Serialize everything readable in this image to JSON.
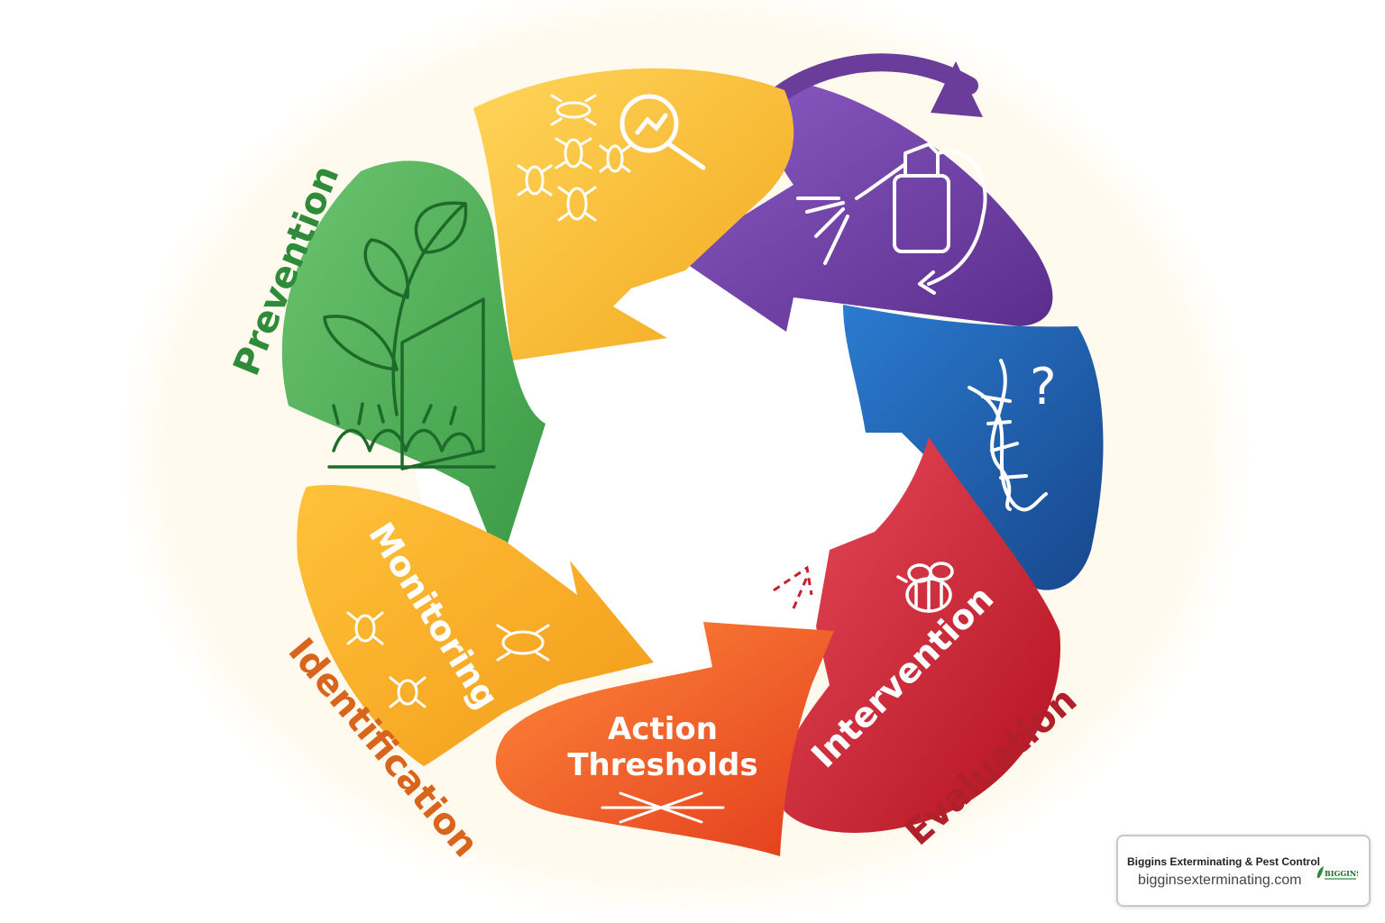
{
  "segments": [
    {
      "id": "monitoring",
      "label": "Monitoring",
      "color": "#f5a623"
    },
    {
      "id": "action_thresholds",
      "label_line1": "Action",
      "label_line2": "Thresholds",
      "color": "#ef5a24"
    },
    {
      "id": "intervention",
      "label": "Intervention",
      "color": "#d0202e"
    },
    {
      "id": "genetics",
      "color": "#1f5fa8"
    },
    {
      "id": "spraying",
      "color": "#6a3d9a"
    },
    {
      "id": "inspection",
      "color": "#f7b928"
    },
    {
      "id": "prevention_plant",
      "color": "#4caf50"
    }
  ],
  "outer_labels": {
    "prevention": {
      "text": "Prevention",
      "color": "#2e8b3a"
    },
    "identification": {
      "text": "Identification",
      "color": "#d9641c"
    },
    "evaluation": {
      "text": "Evaluation",
      "color": "#b0202a"
    }
  },
  "icons": {
    "magnifier": "magnifier-icon",
    "bugs": "bug-icon",
    "sprayer": "spray-bottle-icon",
    "dna": "dna-icon",
    "question": "question-mark-icon",
    "bee": "bee-icon",
    "plant": "plant-icon"
  },
  "attribution": {
    "company": "Biggins Exterminating & Pest Control",
    "url": "bigginsexterminating.com",
    "logo_text": "BIGGINS"
  }
}
